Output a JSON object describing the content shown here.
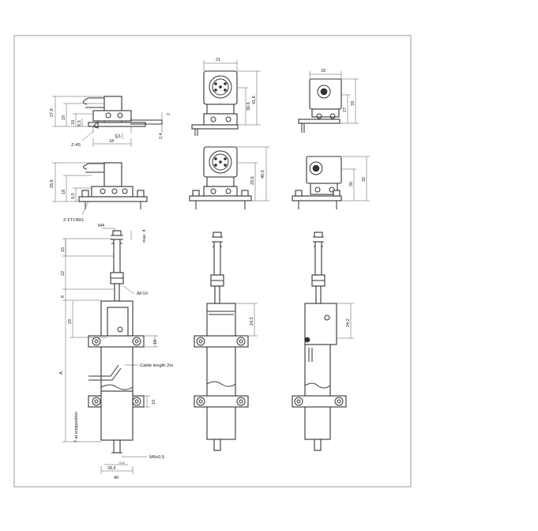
{
  "drawing": {
    "frame_color": "#9a9a9a",
    "line_color": "#333333",
    "labels": {
      "z45": "Z-45",
      "zfti": "Z-FTI-B01",
      "m4": "M4",
      "af10": "AF10",
      "cable": "Cable length 2m",
      "m6": "M6x0.5",
      "a": "A",
      "endpos": "7 at endposition"
    },
    "dims": {
      "v1_w18": "18",
      "v1_h278": "27,8",
      "v1_h19": "19",
      "v1_h18": "18",
      "v1_h95": "9,5",
      "v1_2": "2",
      "v1_24": "2,4",
      "v1_16": "1,6",
      "v2_h266": "26,6",
      "v2_h18": "18",
      "v2_h95": "9,5",
      "v3_w21": "21",
      "v3_h416": "41,6",
      "v3_h306": "30,6",
      "v4_h405": "40,5",
      "v4_h296": "29,6",
      "v5_w18": "18",
      "v5_h33": "33",
      "v5_h27": "27",
      "v6_h32": "32",
      "v6_h26": "26",
      "v7_max4": "max. 4",
      "v7_15": "15",
      "v7_22": "22",
      "v7_8": "8",
      "v7_29": "29",
      "v7_10a": "10",
      "v7_10b": "10",
      "v7_286": "28,6",
      "v7_tol": "+0,2",
      "v7_40": "40",
      "v8_245": "24,5",
      "v9_242": "24,2"
    }
  }
}
